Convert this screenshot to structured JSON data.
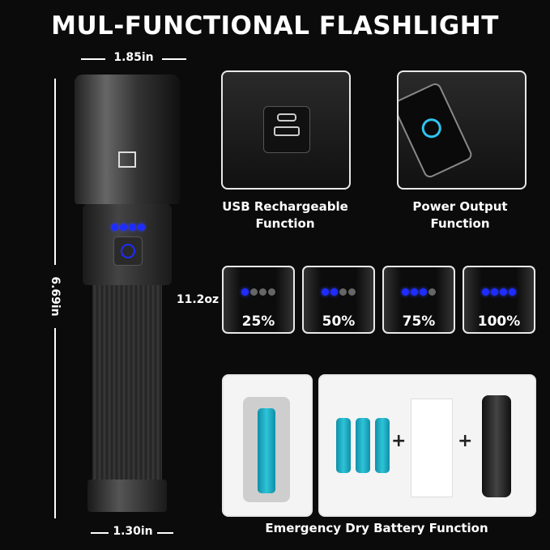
{
  "title": "MUL-FUNCTIONAL FLASHLIGHT",
  "dimensions": {
    "head_width": "1.85in",
    "length": "6.69in",
    "tail_width": "1.30in",
    "weight": "11.2oz"
  },
  "features": [
    {
      "label_line1": "USB Rechargeable",
      "label_line2": "Function"
    },
    {
      "label_line1": "Power Output",
      "label_line2": "Function"
    }
  ],
  "battery_levels": [
    {
      "label": "25%",
      "value": 25
    },
    {
      "label": "50%",
      "value": 50
    },
    {
      "label": "75%",
      "value": 75
    },
    {
      "label": "100%",
      "value": 100
    }
  ],
  "emergency_label": "Emergency Dry Battery Function",
  "plus_signs": [
    "+",
    "+"
  ],
  "colors": {
    "indicator_blue": "#1f2cff",
    "battery_cyan": "#2ec4d8",
    "background": "#0b0b0b"
  }
}
